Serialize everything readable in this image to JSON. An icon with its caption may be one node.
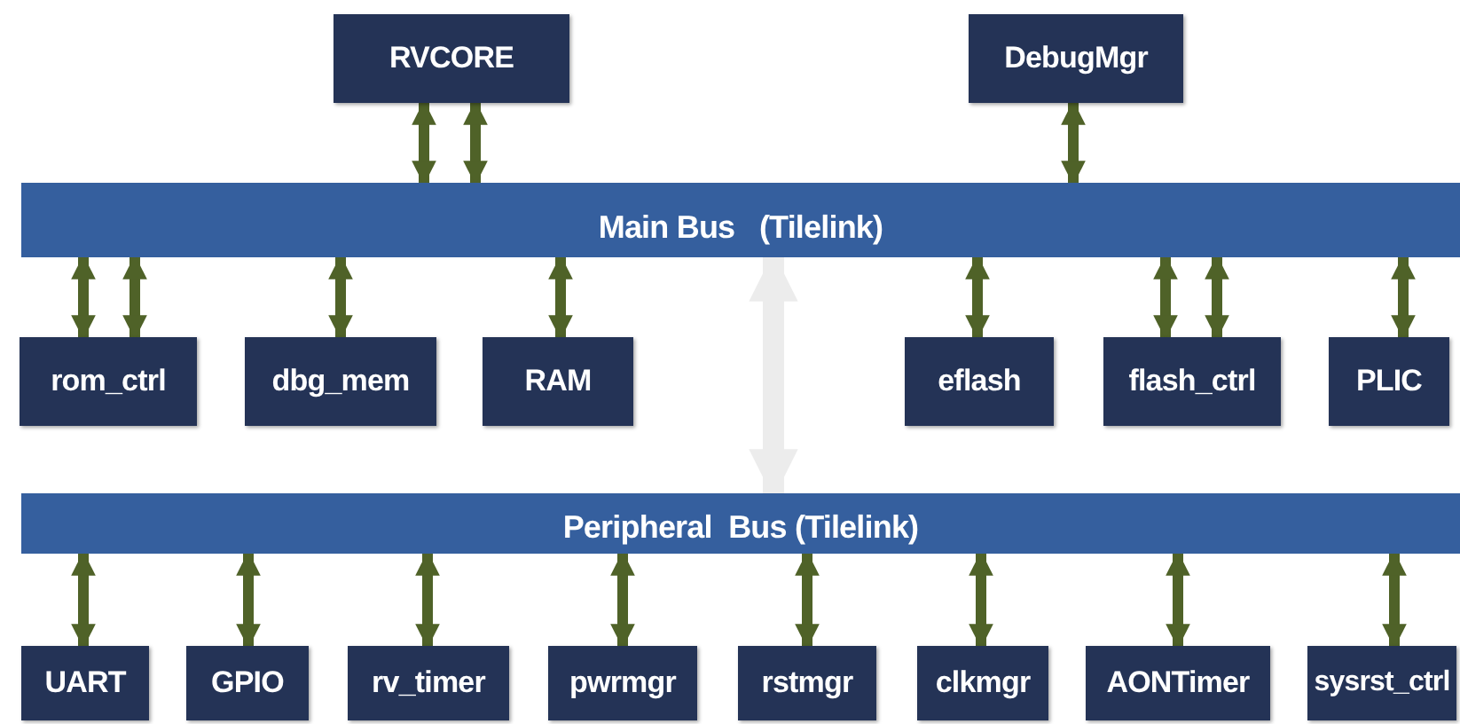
{
  "diagram": {
    "nodes": [
      {
        "text": [
          "RVCORE"
        ]
      },
      {
        "text": [
          "DebugMgr"
        ]
      },
      {
        "text": [
          "Main Bus   (Tilelink)"
        ]
      },
      {
        "text": [
          "rom_ctrl"
        ]
      },
      {
        "text": [
          "dbg_mem"
        ]
      },
      {
        "text": [
          "RAM"
        ]
      },
      {
        "text": [
          "eflash"
        ]
      },
      {
        "text": [
          "flash_ctrl"
        ]
      },
      {
        "text": [
          "PLIC"
        ]
      },
      {
        "text": [
          "Peripheral  Bus (Tilelink)"
        ]
      },
      {
        "text": [
          "UART"
        ]
      },
      {
        "text": [
          "GPIO"
        ]
      },
      {
        "text": [
          "rv_timer"
        ]
      },
      {
        "text": [
          "pwrmgr"
        ]
      },
      {
        "text": [
          "rstmgr"
        ]
      },
      {
        "text": [
          "clkmgr"
        ]
      },
      {
        "text": [
          "AONTimer"
        ]
      },
      {
        "text": [
          "sysrst_ctrl"
        ]
      }
    ],
    "edges": [
      {
        "from": 0,
        "to": 2,
        "arrow": "both"
      },
      {
        "from": 0,
        "to": 2,
        "arrow": "both"
      },
      {
        "from": 1,
        "to": 2,
        "arrow": "both"
      },
      {
        "from": 2,
        "to": 3,
        "arrow": "both"
      },
      {
        "from": 2,
        "to": 3,
        "arrow": "both"
      },
      {
        "from": 2,
        "to": 4,
        "arrow": "both"
      },
      {
        "from": 2,
        "to": 5,
        "arrow": "both"
      },
      {
        "from": 2,
        "to": 6,
        "arrow": "both"
      },
      {
        "from": 2,
        "to": 7,
        "arrow": "both"
      },
      {
        "from": 2,
        "to": 7,
        "arrow": "both"
      },
      {
        "from": 2,
        "to": 8,
        "arrow": "both"
      },
      {
        "from": 2,
        "to": 9,
        "arrow": "both",
        "style": "thick",
        "color": "#ececec"
      },
      {
        "from": 9,
        "to": 10,
        "arrow": "both"
      },
      {
        "from": 9,
        "to": 11,
        "arrow": "both"
      },
      {
        "from": 9,
        "to": 12,
        "arrow": "both"
      },
      {
        "from": 9,
        "to": 13,
        "arrow": "both"
      },
      {
        "from": 9,
        "to": 14,
        "arrow": "both"
      },
      {
        "from": 9,
        "to": 15,
        "arrow": "both"
      },
      {
        "from": 9,
        "to": 16,
        "arrow": "both"
      },
      {
        "from": 9,
        "to": 17,
        "arrow": "both"
      }
    ]
  }
}
